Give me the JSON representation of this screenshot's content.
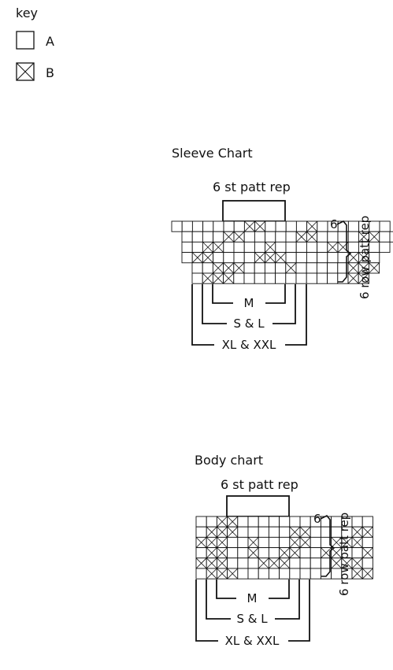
{
  "key": {
    "title": "key",
    "items": [
      {
        "symbol": "empty-square",
        "label": "A"
      },
      {
        "symbol": "crossed-square",
        "label": "B"
      }
    ]
  },
  "charts": [
    {
      "id": "sleeve",
      "title": "Sleeve Chart",
      "rep_label": "6 st patt rep",
      "row_rep_label": "6 row patt rep",
      "row_number": "6",
      "rows": [
        "AAAAAAABBAAAABAAAAAAA",
        "AAAABBAAAAABBAAAABBAA",
        "AABBAAAABAAAAABBAAAA",
        "ABBAAAABBBAAAAAABBA",
        "AABBBAAAABAAAAABBB",
        "ABBBAAAAAAAAAAABB"
      ],
      "size_labels": [
        "M",
        "S & L",
        "XL & XXL"
      ]
    },
    {
      "id": "body",
      "title": "Body chart",
      "rep_label": "6 st patt rep",
      "row_rep_label": "6 row patt rep",
      "row_number": "6",
      "rows": [
        "AABBAAAAAAAAAAAAA",
        "ABBBAAAAABBAAAABB",
        "BBBAABAAABBAABBBA",
        "ABBAABAABBAABBAAB",
        "BBBAAABBBAAAABBBA",
        "ABBBAAAAAAAAAAABB"
      ],
      "size_labels": [
        "M",
        "S & L",
        "XL & XXL"
      ]
    }
  ]
}
